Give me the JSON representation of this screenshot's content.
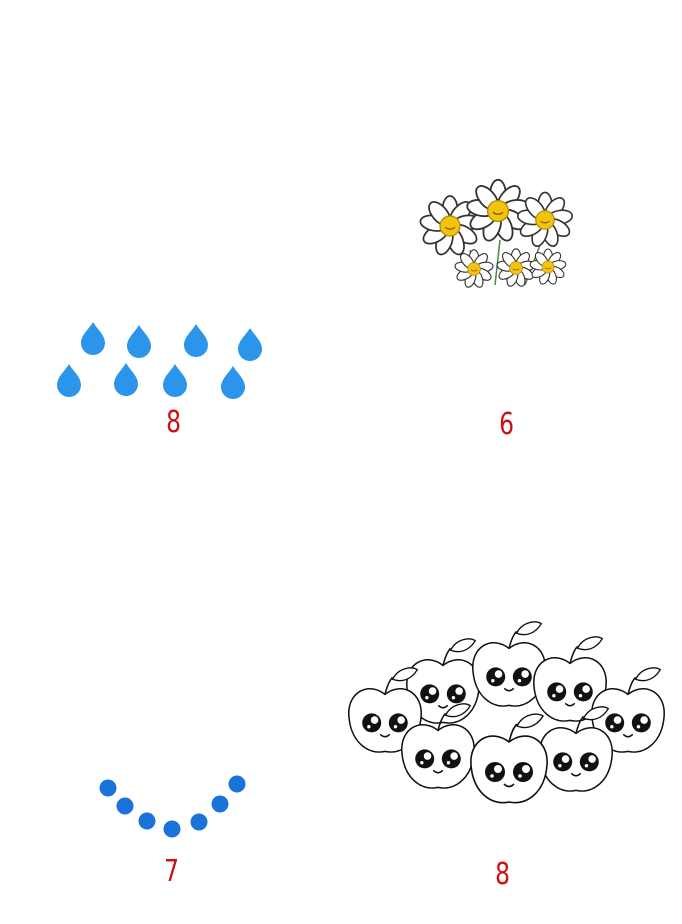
{
  "panels": [
    {
      "object": "raindrop",
      "count": 8,
      "number_label": "8",
      "color": "#2b95ec"
    },
    {
      "object": "daisy-flower",
      "count": 6,
      "number_label": "6",
      "color": "#f2c40f"
    },
    {
      "object": "dot",
      "count": 7,
      "number_label": "7",
      "color": "#1a73d9"
    },
    {
      "object": "apple-with-face",
      "count": 8,
      "number_label": "8",
      "color": "#000000"
    }
  ],
  "label_color": "#cc1111"
}
